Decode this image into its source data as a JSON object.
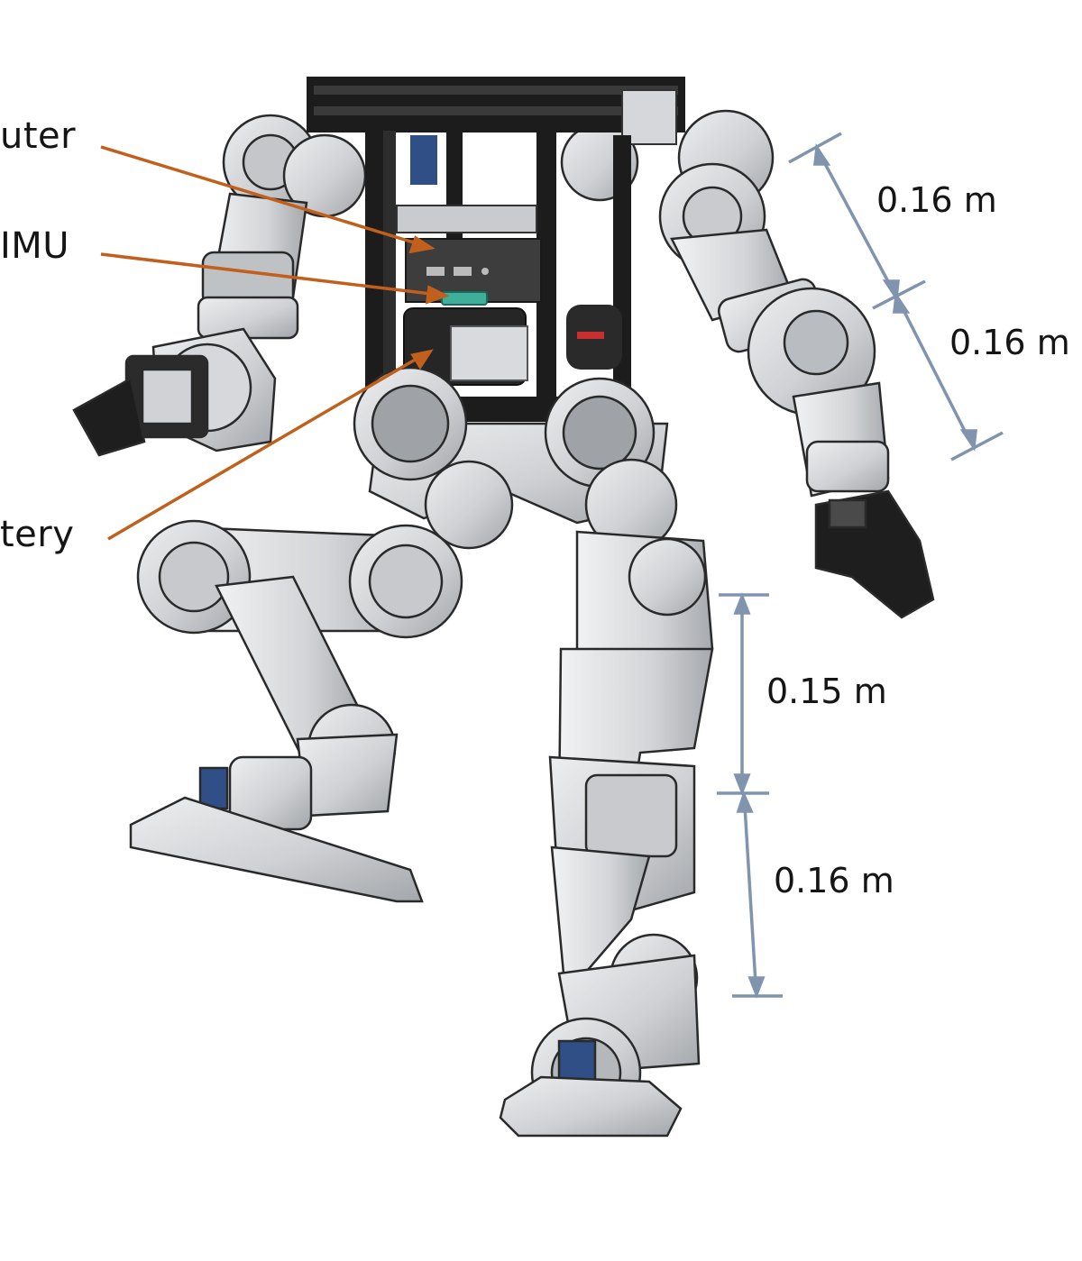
{
  "callouts": {
    "computer": "uter",
    "imu": "IMU",
    "battery": "tery"
  },
  "dimensions": {
    "upper_arm": "0.16 m",
    "forearm": "0.16 m",
    "thigh": "0.15 m",
    "shank": "0.16 m"
  },
  "colors": {
    "arrow": "#c0601c",
    "dimension_line": "#8094ad",
    "frame": "#1c1c1c",
    "metal": "#cfd1d4",
    "metal_dark": "#9a9da1",
    "electronics": "#2f4f86",
    "imu": "#3fae9a",
    "background": "#ffffff"
  }
}
